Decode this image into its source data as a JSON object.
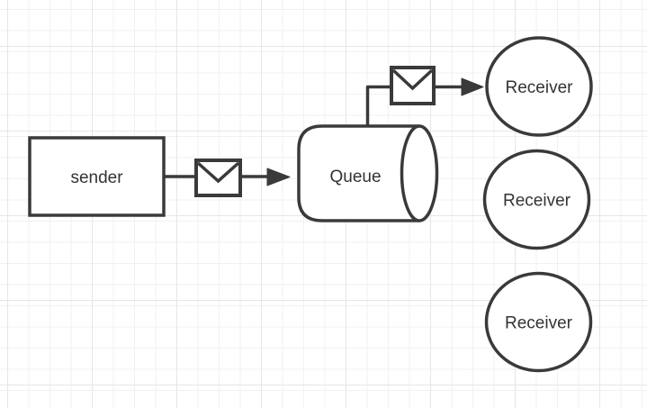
{
  "canvas": {
    "background_color": "#ffffff",
    "grid_minor_color": "#f1f1f1",
    "grid_major_color": "#e6e6e6"
  },
  "diagram": {
    "stroke_color": "#3a3a3a",
    "text_color": "#333333",
    "nodes": [
      {
        "id": "sender",
        "shape": "rectangle",
        "label": "sender"
      },
      {
        "id": "queue",
        "shape": "cylinder",
        "label": "Queue"
      },
      {
        "id": "receiver-1",
        "shape": "circle",
        "label": "Receiver"
      },
      {
        "id": "receiver-2",
        "shape": "circle",
        "label": "Receiver"
      },
      {
        "id": "receiver-3",
        "shape": "circle",
        "label": "Receiver"
      }
    ],
    "connectors": [
      {
        "id": "sender-to-queue",
        "from": "sender",
        "to": "queue",
        "icon": "envelope-icon",
        "arrow": "solid-right"
      },
      {
        "id": "queue-to-receiver-1",
        "from": "queue",
        "to": "receiver-1",
        "icon": "envelope-icon",
        "arrow": "solid-right"
      }
    ]
  }
}
